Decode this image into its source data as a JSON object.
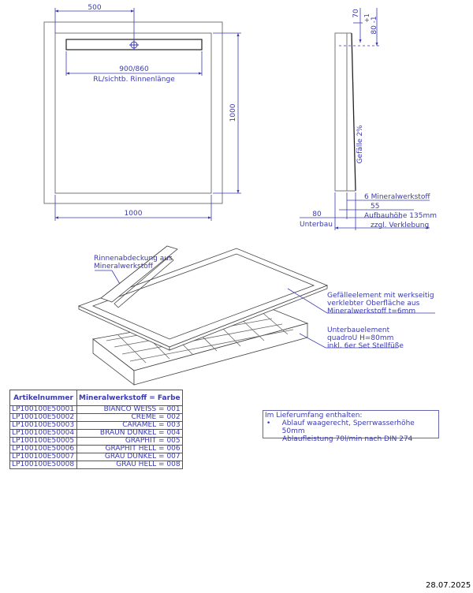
{
  "top_view": {
    "dim_drain_offset": "500",
    "dim_channel": "900/860",
    "channel_label": "RL/sichtb. Rinnenlänge",
    "dim_depth": "1000",
    "dim_width": "1000"
  },
  "side_view": {
    "dim_top_a": "70",
    "dim_top_a_tol": "+1",
    "dim_top_b": "80 -1",
    "slope": "Gefälle 2%",
    "layer_top": "6 Mineralwerkstoff",
    "dim_55": "55",
    "dim_80": "80",
    "label_unterbau": "Unterbau",
    "aufbau": "Aufbauhöhe 135mm",
    "verklebung": "zzgl. Verklebung"
  },
  "iso_view": {
    "callout_cover_1": "Rinnenabdeckung aus",
    "callout_cover_2": "Mineralwerkstoff",
    "callout_slope_1": "Gefälleelement mit werkseitig",
    "callout_slope_2": "verklebter Oberfläche aus",
    "callout_slope_3": "Mineralwerkstoff t=6mm",
    "callout_base_1": "Unterbauelement",
    "callout_base_2": "quadroU H=80mm",
    "callout_base_3": "inkl. 6er Set Stellfüße"
  },
  "table": {
    "headers": [
      "Artikelnummer",
      "Mineralwerkstoff = Farbe"
    ],
    "rows": [
      [
        "LP100100E50001",
        "BIANCO WEISS = 001"
      ],
      [
        "LP100100E50002",
        "CREME = 002"
      ],
      [
        "LP100100E50003",
        "CARAMEL = 003"
      ],
      [
        "LP100100E50004",
        "BRAUN DUNKEL = 004"
      ],
      [
        "LP100100E50005",
        "GRAPHIT = 005"
      ],
      [
        "LP100100E50006",
        "GRAPHIT HELL = 006"
      ],
      [
        "LP100100E50007",
        "GRAU DUNKEL = 007"
      ],
      [
        "LP100100E50008",
        "GRAU HELL = 008"
      ]
    ]
  },
  "info": {
    "title": "Im Lieferumfang enthalten:",
    "bullet": "•",
    "line1": "Ablauf waagerecht, Sperrwasserhöhe 50mm",
    "line2": "Ablaufleistung 70l/min nach DIN 274"
  },
  "date": "28.07.2025",
  "colors": {
    "dimension": "#3a3ab0",
    "outline": "#555555"
  }
}
